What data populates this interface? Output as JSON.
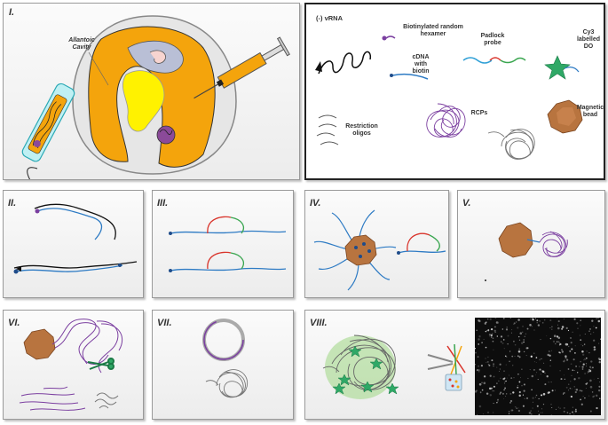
{
  "panels": {
    "p1": {
      "numeral": "I.",
      "allantoic": "Allantoic\nCavity"
    },
    "p2": {
      "numeral": "II."
    },
    "p3": {
      "numeral": "III."
    },
    "p4": {
      "numeral": "IV."
    },
    "p5": {
      "numeral": "V."
    },
    "p6": {
      "numeral": "VI."
    },
    "p7": {
      "numeral": "VII."
    },
    "p8": {
      "numeral": "VIII."
    }
  },
  "legend": {
    "vrna": "(-) vRNA",
    "hexamer": "Biotinylated random\nhexamer",
    "padlock": "Padlock\nprobe",
    "cdna": "cDNA\nwith\nbiotin",
    "cy3": "Cy3\nlabelled\nDO",
    "restriction": "Restriction\noligos",
    "rcps": "RCPs",
    "bead": "Magnetic\nbead"
  },
  "colors": {
    "bead": "#b8743f",
    "rcp": "#7b3fa0",
    "cdna": "#2e7bc4",
    "padlock_red": "#d9342b",
    "padlock_green": "#3aa650",
    "cy3": "#2fa866",
    "egg_yellow": "#f4a40c",
    "yolk": "#fff200",
    "syringe": "#f4a40c"
  }
}
